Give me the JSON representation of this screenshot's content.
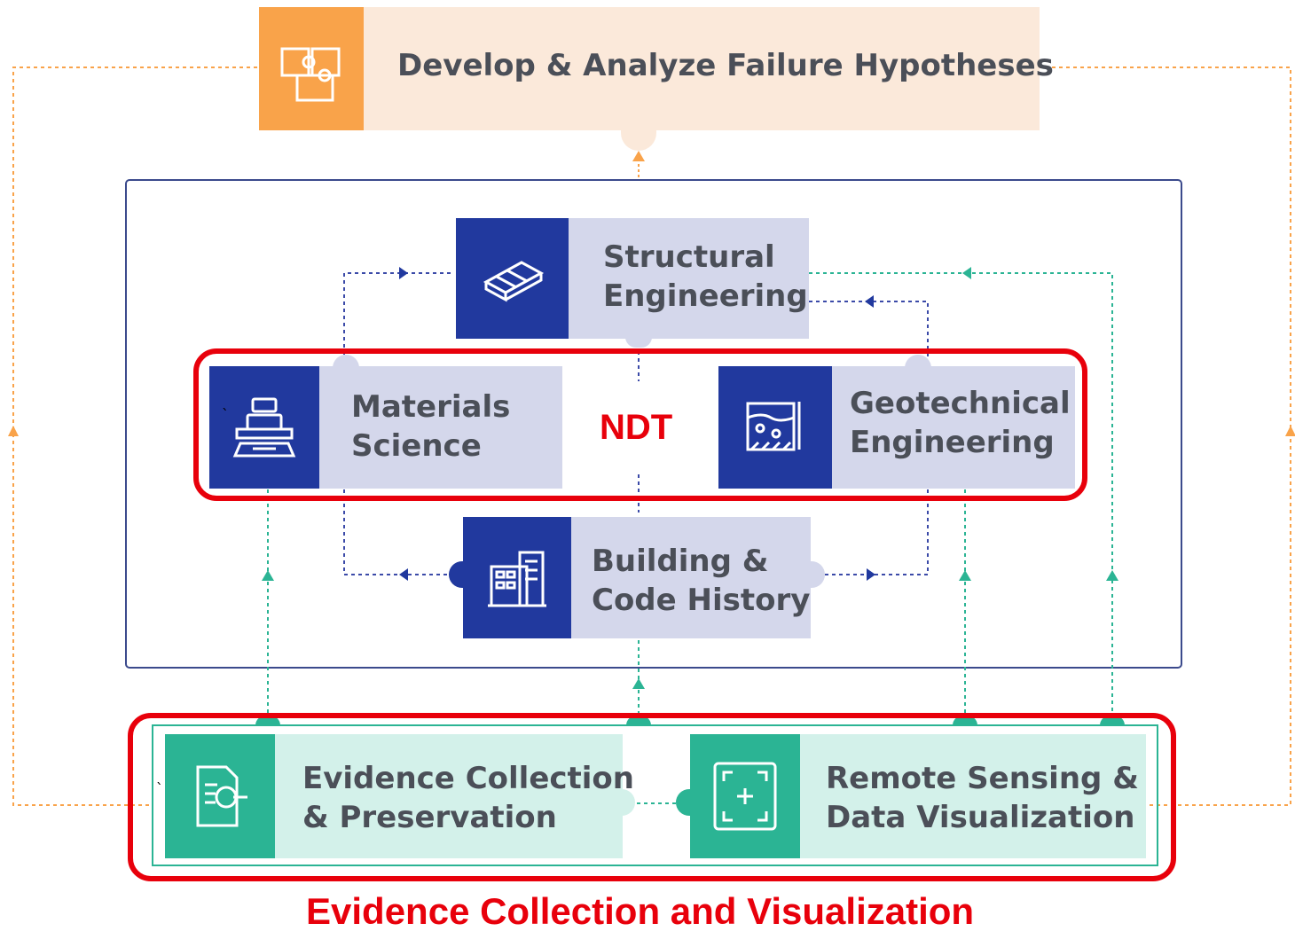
{
  "hypotheses": {
    "title": "Develop & Analyze Failure Hypotheses",
    "icon": "puzzle-icon"
  },
  "structural": {
    "line1": "Structural",
    "line2": "Engineering",
    "icon": "beam-icon"
  },
  "materials": {
    "line1": "Materials",
    "line2": "Science",
    "icon": "microscope-icon"
  },
  "geotechnical": {
    "line1": "Geotechnical",
    "line2": "Engineering",
    "icon": "soil-layers-icon"
  },
  "building": {
    "line1": "Building &",
    "line2": "Code History",
    "icon": "building-icon"
  },
  "evidence": {
    "line1": "Evidence Collection",
    "line2": "& Preservation",
    "icon": "document-search-icon"
  },
  "remote": {
    "line1": "Remote Sensing &",
    "line2": "Data Visualization",
    "icon": "viewfinder-icon"
  },
  "ndt_label": "NDT",
  "caption": "Evidence Collection and Visualization",
  "stray_mark": "`",
  "colors": {
    "orange": "#f9a34a",
    "orange_light": "#fbe9da",
    "navy": "#21399e",
    "lavender": "#d4d7eb",
    "teal": "#2bb494",
    "mint": "#d3f1ea",
    "highlight_red": "#e8000b"
  }
}
